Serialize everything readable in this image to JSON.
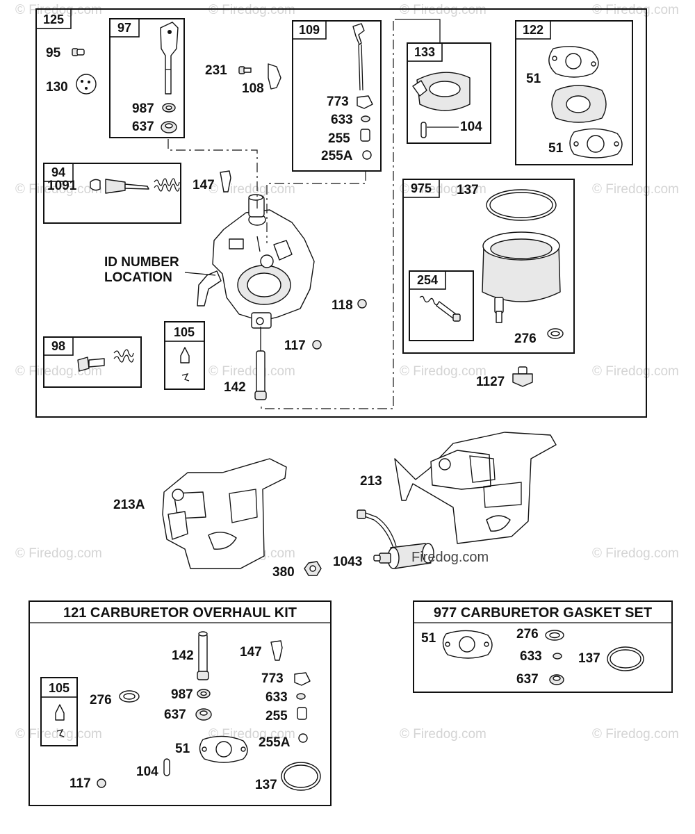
{
  "watermark": "© Firedog.com",
  "watermark_center": "Firedog.com",
  "callout_text": {
    "id_line1": "ID NUMBER",
    "id_line2": "LOCATION"
  },
  "boxes": {
    "main": "125",
    "b97": "97",
    "b109": "109",
    "b133": "133",
    "b122": "122",
    "b94": "94",
    "b975": "975",
    "b254": "254",
    "b98": "98",
    "b105": "105",
    "b105_kit": "105"
  },
  "labels": {
    "p95": "95",
    "p130": "130",
    "p987": "987",
    "p637": "637",
    "p231": "231",
    "p108": "108",
    "p773": "773",
    "p633": "633",
    "p255": "255",
    "p255A": "255A",
    "p104": "104",
    "p51a": "51",
    "p51b": "51",
    "p1091": "1091",
    "p147": "147",
    "p137": "137",
    "p118": "118",
    "p117": "117",
    "p142": "142",
    "p276": "276",
    "p1127": "1127",
    "p213A": "213A",
    "p213": "213",
    "p380": "380",
    "p1043": "1043"
  },
  "kit121": {
    "title": "121 CARBURETOR OVERHAUL KIT",
    "labels": {
      "k142": "142",
      "k147": "147",
      "k773": "773",
      "k987": "987",
      "k276": "276",
      "k633": "633",
      "k637": "637",
      "k255": "255",
      "k255A": "255A",
      "k51": "51",
      "k104": "104",
      "k117": "117",
      "k137": "137"
    }
  },
  "kit977": {
    "title": "977 CARBURETOR GASKET SET",
    "labels": {
      "g51": "51",
      "g276": "276",
      "g633": "633",
      "g137": "137",
      "g637": "637"
    }
  }
}
